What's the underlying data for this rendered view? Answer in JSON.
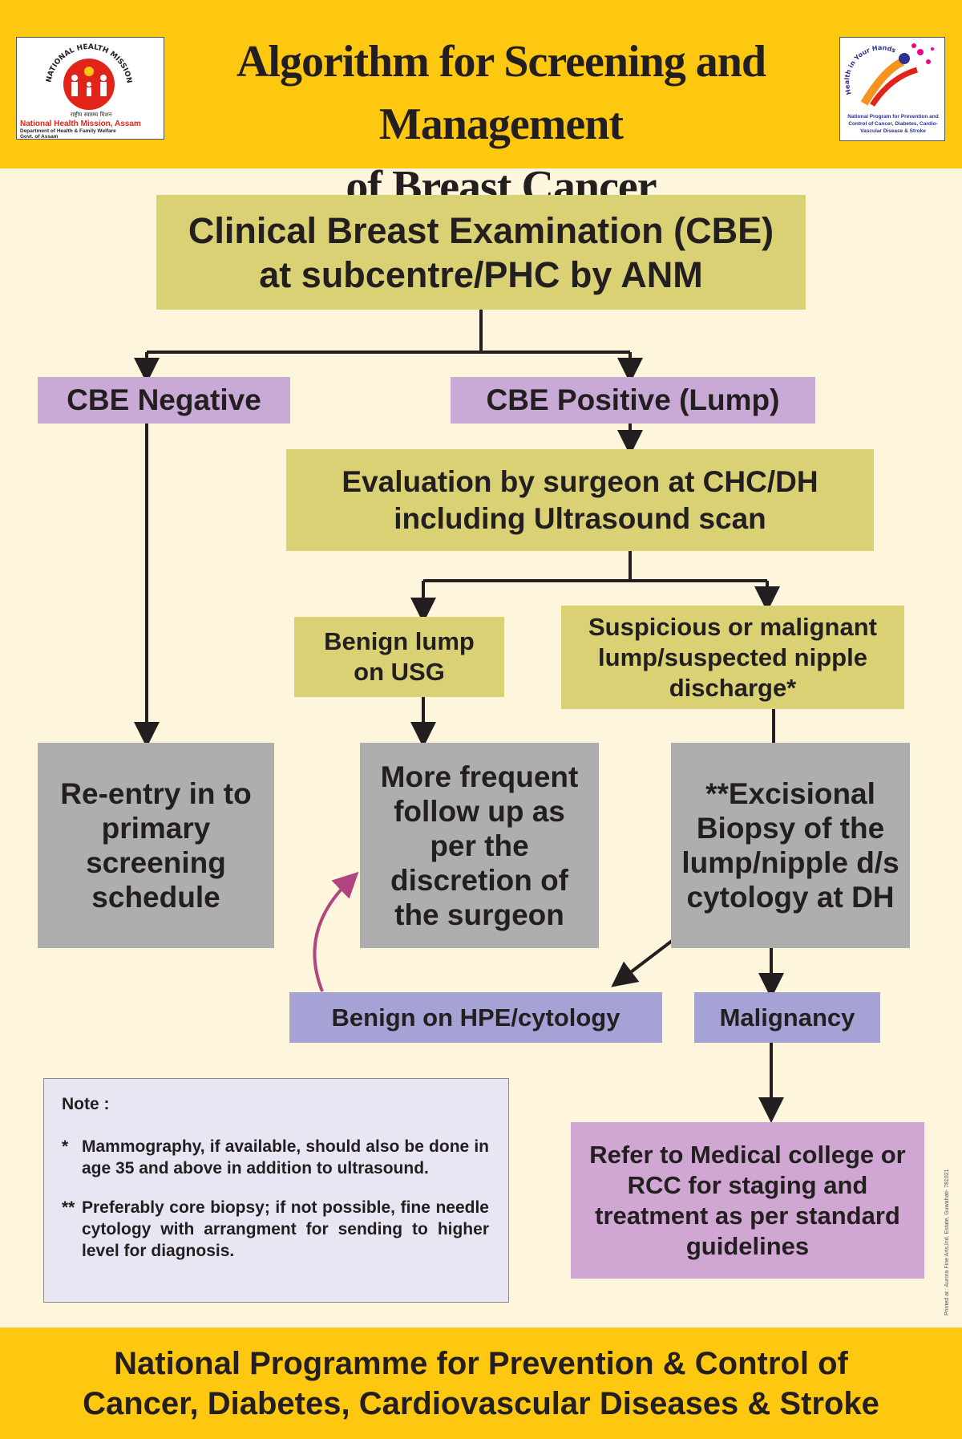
{
  "header": {
    "title_line1": "Algorithm for Screening and Management",
    "title_line2": "of Breast Cancer",
    "left_logo": {
      "arc_text": "NATIONAL HEALTH MISSION",
      "hindi_text": "राष्ट्रीय स्वास्थ्य मिशन",
      "line1": "National Health Mission, Assam",
      "line2": "Department of Health & Family Welfare",
      "line3": "Govt. of Assam"
    },
    "right_logo": {
      "arc_text": "Health in Your Hands",
      "caption": "National Program for Prevention and Control of Cancer, Diabetes, Cardio-Vascular Disease & Stroke"
    }
  },
  "flow": {
    "cbe": "Clinical Breast Examination (CBE) at subcentre/PHC by ANM",
    "negative": "CBE Negative",
    "positive": "CBE Positive (Lump)",
    "evaluation": "Evaluation by surgeon at CHC/DH including Ultrasound scan",
    "benign_lump": "Benign lump on USG",
    "suspicious": "Suspicious or malignant lump/suspected nipple discharge*",
    "reentry": "Re-entry in to primary screening schedule",
    "follow_up": "More frequent follow up as per the discretion of the surgeon",
    "biopsy": "**Excisional Biopsy of the lump/nipple d/s cytology at DH",
    "benign_hpe": "Benign on HPE/cytology",
    "malignancy": "Malignancy",
    "refer": "Refer to Medical college or RCC for staging and treatment as per standard guidelines"
  },
  "note": {
    "heading": "Note :",
    "items": [
      {
        "marker": "*",
        "text": "Mammography, if available, should also be done in age 35 and above in addition to ultrasound."
      },
      {
        "marker": "**",
        "text": "Preferably core biopsy; if not possible, fine needle cytology with arrangment for sending to higher level for diagnosis."
      }
    ]
  },
  "printer_credit": "Printed at : Aurora Fine Arts,Ind. Estate, Guwahati- 781021",
  "footer": {
    "line1": "National Programme for Prevention & Control of",
    "line2": "Cancer, Diabetes, Cardiovascular Diseases & Stroke"
  },
  "colors": {
    "band": "#fdc80f",
    "background": "#fdf6dd",
    "olive_box": "#d9d174",
    "lilac_box": "#c9a9d6",
    "grey_box": "#aeaeae",
    "blue_box": "#a5a3d5",
    "pink_box": "#d0a6d2",
    "note_box": "#e9e6f3",
    "curved_arrow": "#b2457f"
  }
}
